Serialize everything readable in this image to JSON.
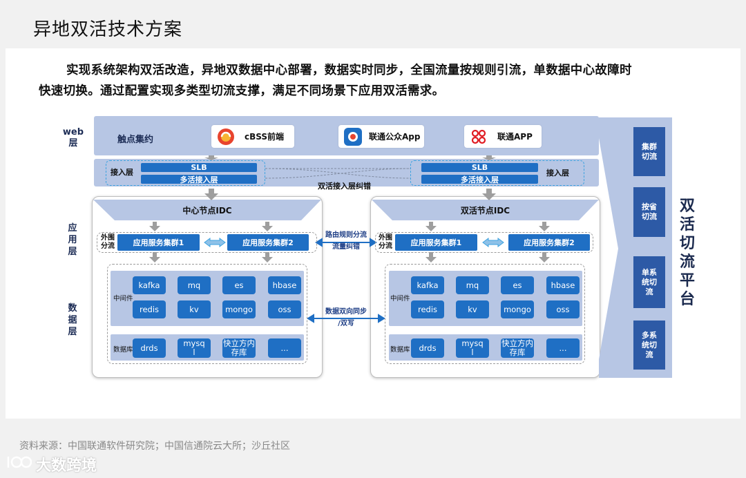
{
  "title": "异地双活技术方案",
  "intro": {
    "line1": "实现系统架构双活改造，异地双数据中心部署，数据实时同步，全国流量按规则引流，单数据中心故障时",
    "line2": "快速切换。通过配置实现多类型切流支撑，满足不同场景下应用双活需求。"
  },
  "layers": {
    "web": "web层",
    "app": "应用层",
    "data": "数据层"
  },
  "web_band": {
    "label": "触点集约",
    "channels": [
      {
        "label": "cBSS前端",
        "icon": "cbss-logo-icon"
      },
      {
        "label": "联通公众App",
        "icon": "app-logo-icon"
      },
      {
        "label": "联通APP",
        "icon": "china-unicom-logo-icon"
      }
    ]
  },
  "access": {
    "left_label": "接入层",
    "right_label": "接入层",
    "slb": "SLB",
    "multi": "多活接入层",
    "correction": "双活接入层纠错"
  },
  "idc_left": {
    "title": "中心节点IDC",
    "external": "外围分流",
    "cluster1": "应用服务集群1",
    "cluster2": "应用服务集群2",
    "middleware_label": "中间件",
    "database_label": "数据库"
  },
  "idc_right": {
    "title": "双活节点IDC",
    "external": "外围分流",
    "cluster1": "应用服务集群1",
    "cluster2": "应用服务集群2",
    "middleware_label": "中间件",
    "database_label": "数据库"
  },
  "middleware": [
    "kafka",
    "mq",
    "es",
    "hbase",
    "redis",
    "kv",
    "mongo",
    "oss"
  ],
  "databases": [
    "drds",
    "mysql",
    "快立方内存库",
    "..."
  ],
  "cross_links": {
    "routing": "路由规则分流流量纠错",
    "sync": "数据双向同步/双写"
  },
  "platform": {
    "title": "双活切流平台",
    "items": [
      "集群切流",
      "按省切流",
      "单系统切流",
      "多系统切流"
    ]
  },
  "source": "资料来源：中国联通软件研究院；中国信通院云大所；沙丘社区",
  "brand": "大数跨境",
  "colors": {
    "primary_blue": "#1f6fc4",
    "light_band": "#b7c6e4",
    "platform_blue": "#2d5aa6",
    "dashed_blue": "#3ca2e0"
  }
}
